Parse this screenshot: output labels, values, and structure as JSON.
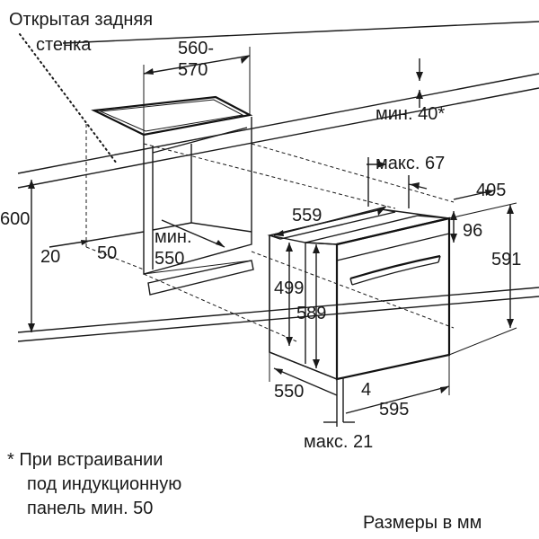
{
  "labels": {
    "open_back_wall_line1": "Открытая задняя",
    "open_back_wall_line2": "стенка",
    "cutout_width_line1": "560-",
    "cutout_width_line2": "570",
    "min_40": "мин. 40*",
    "max_67": "макс. 67",
    "dim_405": "405",
    "dim_559": "559",
    "dim_96": "96",
    "dim_600": "600",
    "dim_591": "591",
    "dim_20": "20",
    "dim_50": "50",
    "min_550_line1": "мин.",
    "min_550_line2": "550",
    "dim_499": "499",
    "dim_589": "589",
    "dim_550": "550",
    "dim_4": "4",
    "dim_595": "595",
    "max_21": "макс. 21"
  },
  "footnote": {
    "line1": "* При встраивании",
    "line2": "под индукционную",
    "line3": "панель мин. 50"
  },
  "units_note": "Размеры в мм"
}
